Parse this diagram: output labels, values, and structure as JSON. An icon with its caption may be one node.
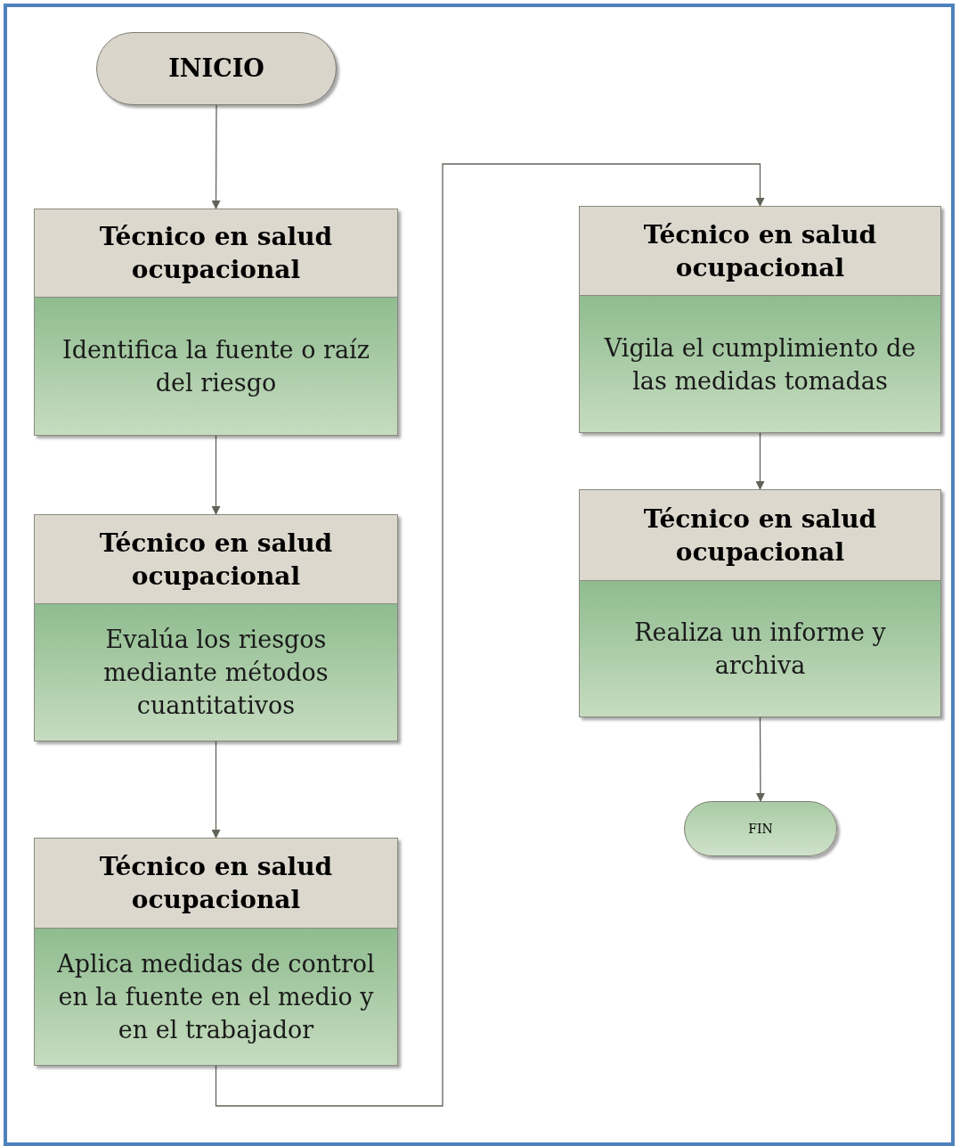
{
  "diagram": {
    "nodes": [
      {
        "text": [
          "INICIO"
        ]
      },
      {
        "text": [
          "Técnico en salud ocupacional",
          "Identifica la fuente o raíz del riesgo"
        ]
      },
      {
        "text": [
          "Técnico en salud ocupacional",
          "Evalúa los riesgos mediante métodos cuantitativos"
        ]
      },
      {
        "text": [
          "Técnico en salud ocupacional",
          "Aplica medidas de control en la fuente en el medio y en el trabajador"
        ]
      },
      {
        "text": [
          "Técnico en salud ocupacional",
          "Vigila el cumplimiento de las medidas tomadas"
        ]
      },
      {
        "text": [
          "Técnico en salud ocupacional",
          "Realiza un informe y archiva"
        ]
      },
      {
        "text": [
          "FIN"
        ]
      }
    ],
    "edges": [
      {
        "from": 0,
        "to": 1,
        "arrow": "to"
      },
      {
        "from": 1,
        "to": 2,
        "arrow": "to"
      },
      {
        "from": 2,
        "to": 3,
        "arrow": "to"
      },
      {
        "from": 3,
        "to": 4,
        "arrow": "to"
      },
      {
        "from": 4,
        "to": 5,
        "arrow": "to"
      },
      {
        "from": 5,
        "to": 6,
        "arrow": "to"
      }
    ]
  }
}
